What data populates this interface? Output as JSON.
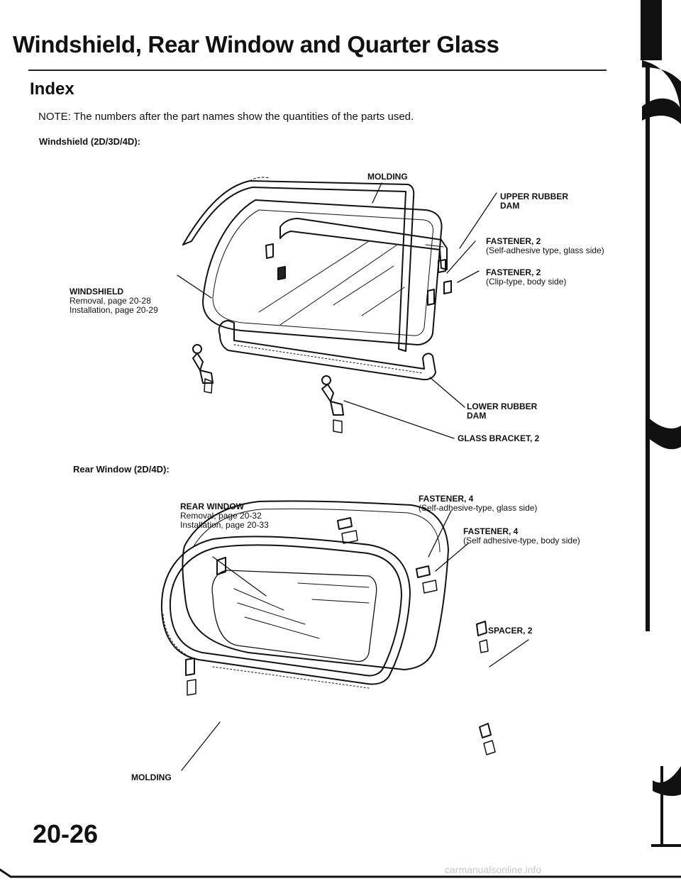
{
  "page": {
    "title": "Windshield, Rear Window and Quarter Glass",
    "section": "Index",
    "note": "NOTE: The numbers after the part names show the quantities of the parts used.",
    "page_number": "20-26",
    "watermark": "carmanualsonline.info"
  },
  "windshield": {
    "heading": "Windshield (2D/3D/4D):",
    "labels": {
      "molding": "MOLDING",
      "upper_rubber_dam": [
        "UPPER RUBBER",
        "DAM"
      ],
      "fastener_glass": {
        "name": "FASTENER, 2",
        "detail": "(Self-adhesive type, glass side)"
      },
      "fastener_body": {
        "name": "FASTENER, 2",
        "detail": "(Clip-type, body side)"
      },
      "windshield": {
        "name": "WINDSHIELD",
        "removal": "Removal, page 20-28",
        "installation": "Installation, page 20-29"
      },
      "lower_rubber_dam": [
        "LOWER RUBBER",
        "DAM"
      ],
      "glass_bracket": "GLASS BRACKET, 2"
    }
  },
  "rear_window": {
    "heading": "Rear Window (2D/4D):",
    "labels": {
      "rear_window": {
        "name": "REAR WINDOW",
        "removal": "Removal, page 20-32",
        "installation": "Installation, page 20-33"
      },
      "fastener_glass": {
        "name": "FASTENER, 4",
        "detail": "(Self-adhesive-type, glass side)"
      },
      "fastener_body": {
        "name": "FASTENER, 4",
        "detail": "(Self adhesive-type, body side)"
      },
      "spacer": "SPACER, 2",
      "molding": "MOLDING"
    }
  }
}
